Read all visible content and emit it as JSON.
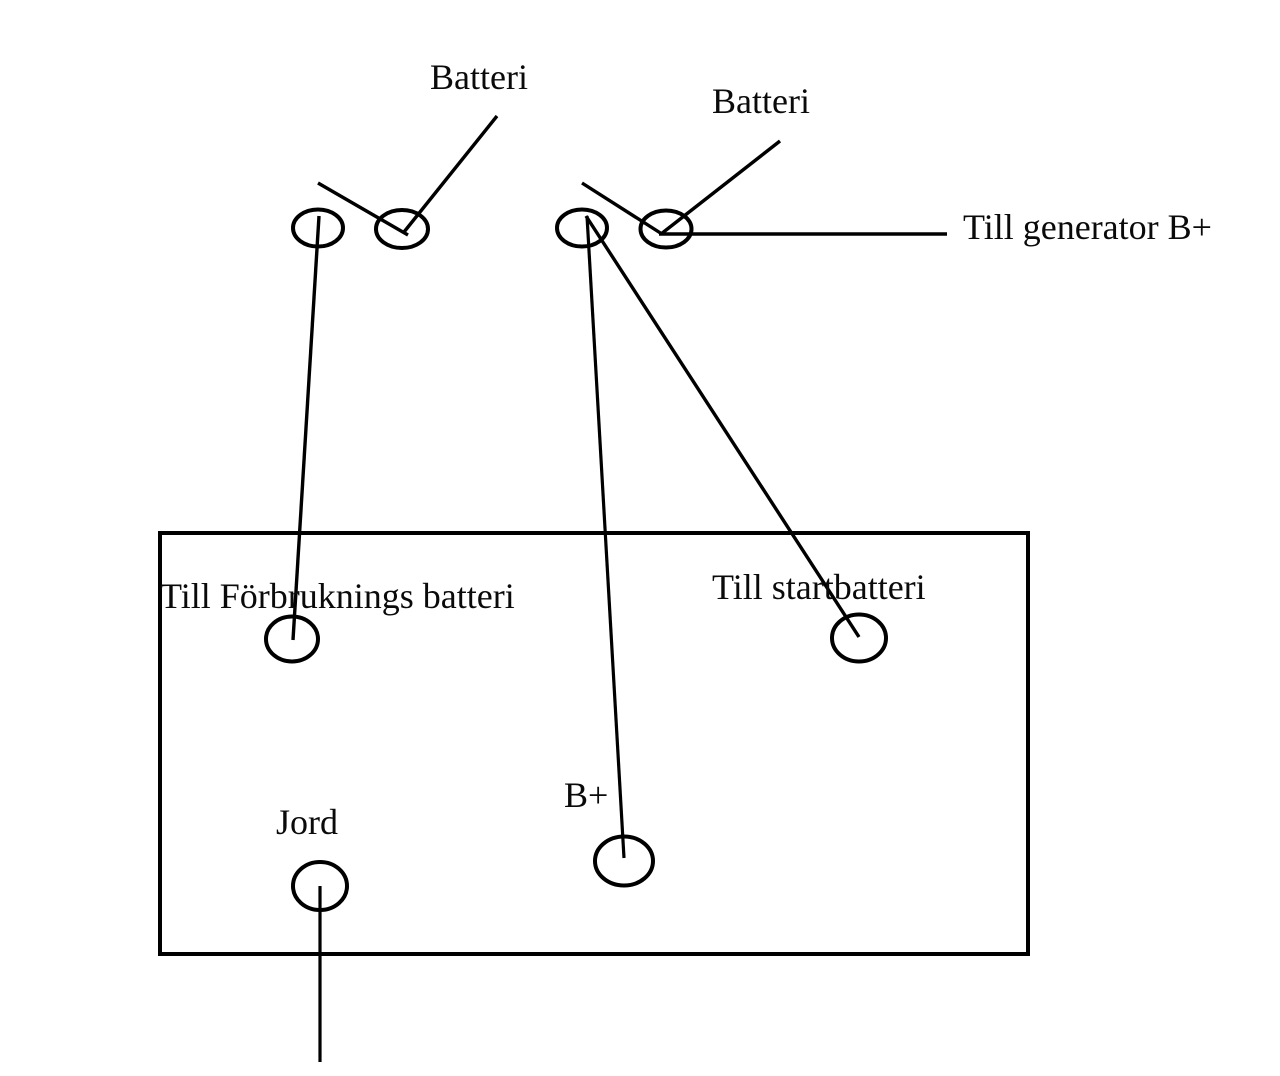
{
  "diagram": {
    "type": "wiring-diagram",
    "background_color": "#ffffff",
    "ink_color": "#000000",
    "labels": {
      "batteri_left": "Batteri",
      "batteri_right": "Batteri",
      "till_generator": "Till generator B+",
      "till_forbruknings_batteri": "Till Förbruknings batteri",
      "till_startbatteri": "Till startbatteri",
      "b_plus": "B+",
      "jord": "Jord"
    },
    "terminals": [
      {
        "group": "battery-switch-1",
        "name": "switch1-left-terminal"
      },
      {
        "group": "battery-switch-1",
        "name": "switch1-right-terminal",
        "label": "Batteri"
      },
      {
        "group": "battery-switch-2",
        "name": "switch2-left-terminal"
      },
      {
        "group": "battery-switch-2",
        "name": "switch2-right-terminal",
        "label": "Batteri"
      },
      {
        "group": "relay-box",
        "name": "consumption-battery-terminal",
        "label": "Till Förbruknings batteri"
      },
      {
        "group": "relay-box",
        "name": "start-battery-terminal",
        "label": "Till startbatteri"
      },
      {
        "group": "relay-box",
        "name": "b-plus-terminal",
        "label": "B+"
      },
      {
        "group": "relay-box",
        "name": "ground-terminal",
        "label": "Jord"
      }
    ],
    "connections": [
      {
        "from": "switch1-left-terminal",
        "to": "consumption-battery-terminal"
      },
      {
        "from": "switch2-right-terminal",
        "to": "Till generator B+"
      },
      {
        "from": "switch2-left-terminal",
        "to": "b-plus-terminal"
      },
      {
        "from": "switch2-left-terminal",
        "to": "start-battery-terminal"
      },
      {
        "from": "ground-terminal",
        "to": "ground"
      }
    ]
  }
}
